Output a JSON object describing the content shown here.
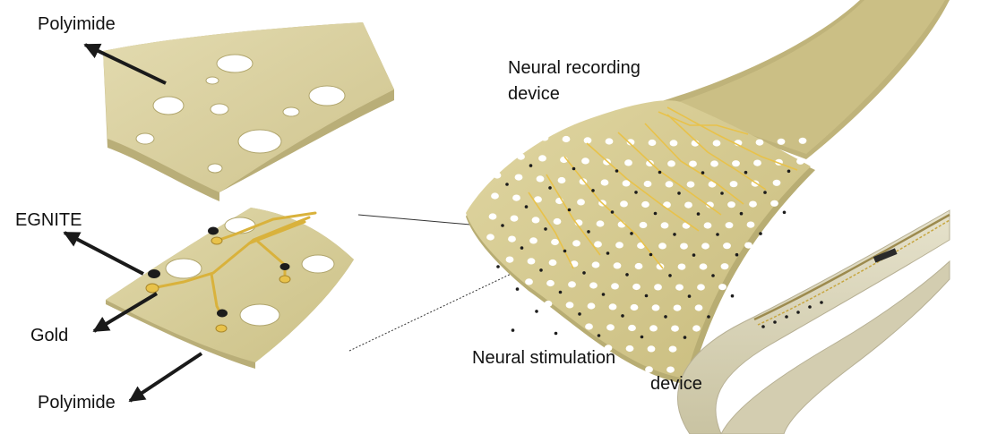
{
  "labels": {
    "polyimide_top": "Polyimide",
    "egnite": "EGNITE",
    "gold": "Gold",
    "polyimide_bottom": "Polyimide",
    "recording_line1": "Neural recording",
    "recording_line2": "device",
    "stimulation_line1": "Neural stimulation",
    "stimulation_line2": "device"
  },
  "colors": {
    "polyimide": "#d6cc9a",
    "polyimide_edge": "#b9ae78",
    "gold_trace": "#e8c24a",
    "egnite": "#1c1c1c",
    "arrow": "#1a1a1a"
  }
}
